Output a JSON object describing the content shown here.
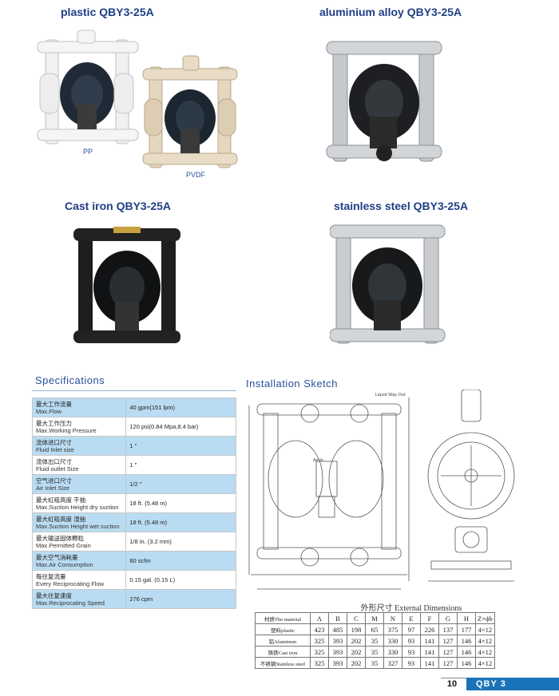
{
  "products": {
    "plastic_title": "plastic  QBY3-25A",
    "aluminium_title": "aluminium alloy  QBY3-25A",
    "castiron_title": "Cast iron  QBY3-25A",
    "stainless_title": "stainless steel  QBY3-25A",
    "pp_label": "PP",
    "pvdf_label": "PVDF"
  },
  "specifications": {
    "title": "Specifications",
    "rows": [
      {
        "cn": "最大工作流量",
        "en": "Max.Flow",
        "value": "40 gpm(151 lpm)"
      },
      {
        "cn": "最大工作压力",
        "en": "Max.Working Pressure",
        "value": "120 psi(0.84 Mpa,8.4 bar)"
      },
      {
        "cn": "流体进口尺寸",
        "en": "Fluid Inlet size",
        "value": "1 ″"
      },
      {
        "cn": "流体出口尺寸",
        "en": "Fluid outlet Size",
        "value": "1 ″"
      },
      {
        "cn": "空气进口尺寸",
        "en": "Air Inlet Size",
        "value": "1/2 ″"
      },
      {
        "cn": "最大虹吸高度  干抽",
        "en": "Max.Suction Height  dry suction",
        "value": "18 ft. (5.48 m)"
      },
      {
        "cn": "最大虹吸高度  湿抽",
        "en": "Max.Suction Height  wet suction",
        "value": "18 ft. (5.48 m)"
      },
      {
        "cn": "最大输送固体颗粒",
        "en": "Max.Permitted Grain",
        "value": "1/8 in. (3.2 mm)"
      },
      {
        "cn": "最大空气消耗量",
        "en": "Max.Air Consumption",
        "value": "60 scfm"
      },
      {
        "cn": "每往复流量",
        "en": "Every Reciprocating Flow",
        "value": "0.15 gal. (0.15 L)"
      },
      {
        "cn": "最大往复速度",
        "en": "Max.Reciprocating Speed",
        "value": "276 cpm"
      }
    ]
  },
  "installation": {
    "title": "Installation  Sketch",
    "air_outlet": "Liquid Way Out",
    "air_inlet": "Air In",
    "table_title": "外形尺寸  External Dimensions",
    "headers": [
      "材质The material",
      "A",
      "B",
      "C",
      "M",
      "N",
      "E",
      "F",
      "G",
      "H",
      "Z×ϕb"
    ],
    "rows": [
      [
        "塑料plastic",
        "423",
        "485",
        "198",
        "65",
        "375",
        "97",
        "226",
        "137",
        "177",
        "4×12"
      ],
      [
        "铝Aluminum",
        "325",
        "393",
        "202",
        "35",
        "330",
        "93",
        "141",
        "127",
        "146",
        "4×12"
      ],
      [
        "铸铁Cast iron",
        "325",
        "393",
        "202",
        "35",
        "330",
        "93",
        "141",
        "127",
        "146",
        "4×12"
      ],
      [
        "不锈钢Stainless steel",
        "325",
        "393",
        "202",
        "35",
        "327",
        "93",
        "141",
        "127",
        "146",
        "4×12"
      ]
    ]
  },
  "footer": {
    "page_number": "10",
    "series": "QBY 3"
  }
}
